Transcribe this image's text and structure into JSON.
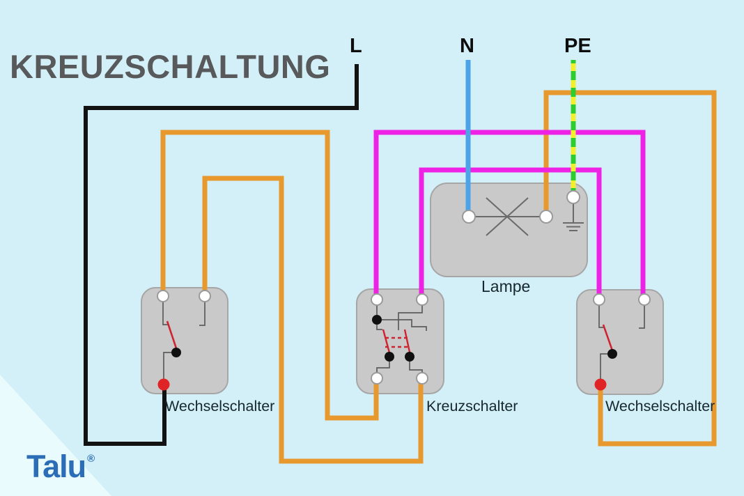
{
  "title": "KREUZSCHALTUNG",
  "supply_labels": {
    "l": "L",
    "n": "N",
    "pe": "PE"
  },
  "component_labels": {
    "lamp": "Lampe",
    "switch_left": "Wechselschalter",
    "switch_middle": "Kreuzschalter",
    "switch_right": "Wechselschalter"
  },
  "branding": {
    "logo_text": "Talu",
    "registered_mark": "®"
  },
  "colors": {
    "background": "#d3f0f9",
    "corner_triangle": "#eafbfd",
    "title_text": "#58595a",
    "label_text": "#17272f",
    "logo_blue": "#2b6db6",
    "wire_black": "#121212",
    "wire_orange": "#e8992e",
    "wire_magenta": "#ee22e4",
    "wire_blue": "#4da3e8",
    "wire_pe_yellow": "#f2ef2f",
    "wire_pe_green": "#2ecc2e",
    "box_fill": "#c9c9c9",
    "box_border": "#a6a6a6",
    "internal_line": "#5c5c5c",
    "lamp_line": "#6a6a6a",
    "lever_red": "#cf2430",
    "terminal_red": "#e02425",
    "terminal_fill": "#ffffff",
    "terminal_border": "#9a9a9a",
    "dot_black": "#101010"
  }
}
